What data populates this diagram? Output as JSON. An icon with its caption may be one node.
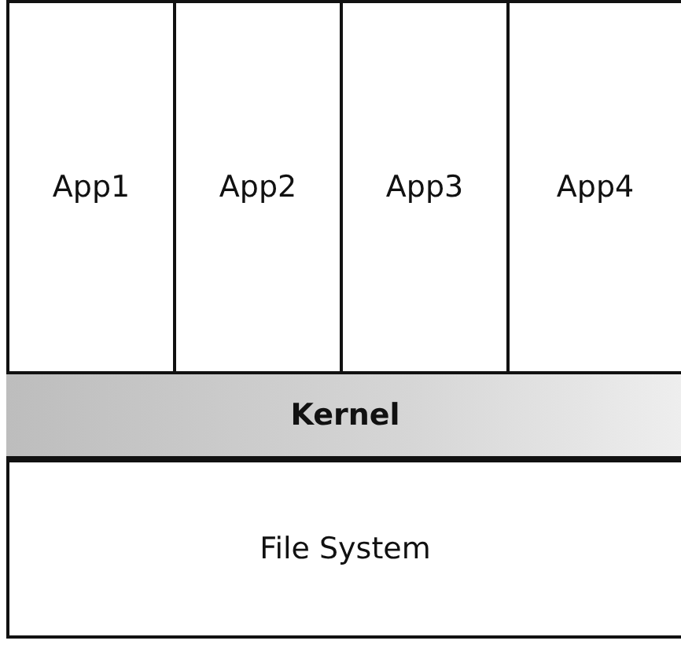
{
  "diagram": {
    "nodes": [
      {
        "text": [
          "App1"
        ]
      },
      {
        "text": [
          "App2"
        ]
      },
      {
        "text": [
          "App3"
        ]
      },
      {
        "text": [
          "App4"
        ]
      },
      {
        "text": [
          "Kernel"
        ]
      },
      {
        "text": [
          "File System"
        ]
      }
    ]
  }
}
